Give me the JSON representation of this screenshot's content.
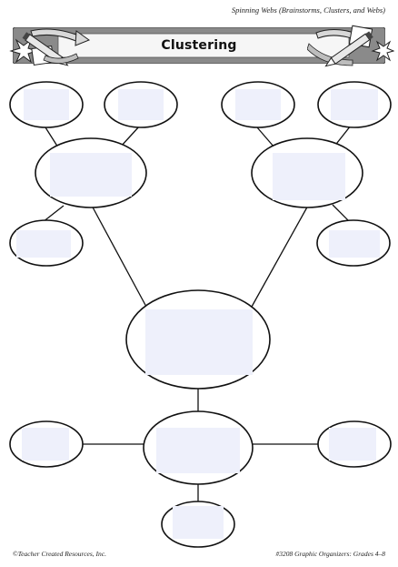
{
  "page": {
    "running_head": "Spinning Webs (Brainstorms, Clusters, and Webs)",
    "title": "Clustering",
    "footer_left": "©Teacher Created Resources, Inc.",
    "footer_right": "#3208 Graphic Organizers: Grades 4–8"
  },
  "colors": {
    "box_fill": "#eef0fb",
    "banner_dark": "#7a7a7a",
    "banner_light": "#f4f4f4",
    "line": "#111111"
  },
  "icons": {
    "left_art": "pencil-paper-arrow-icon",
    "right_art": "pencil-paper-arrow-icon"
  }
}
